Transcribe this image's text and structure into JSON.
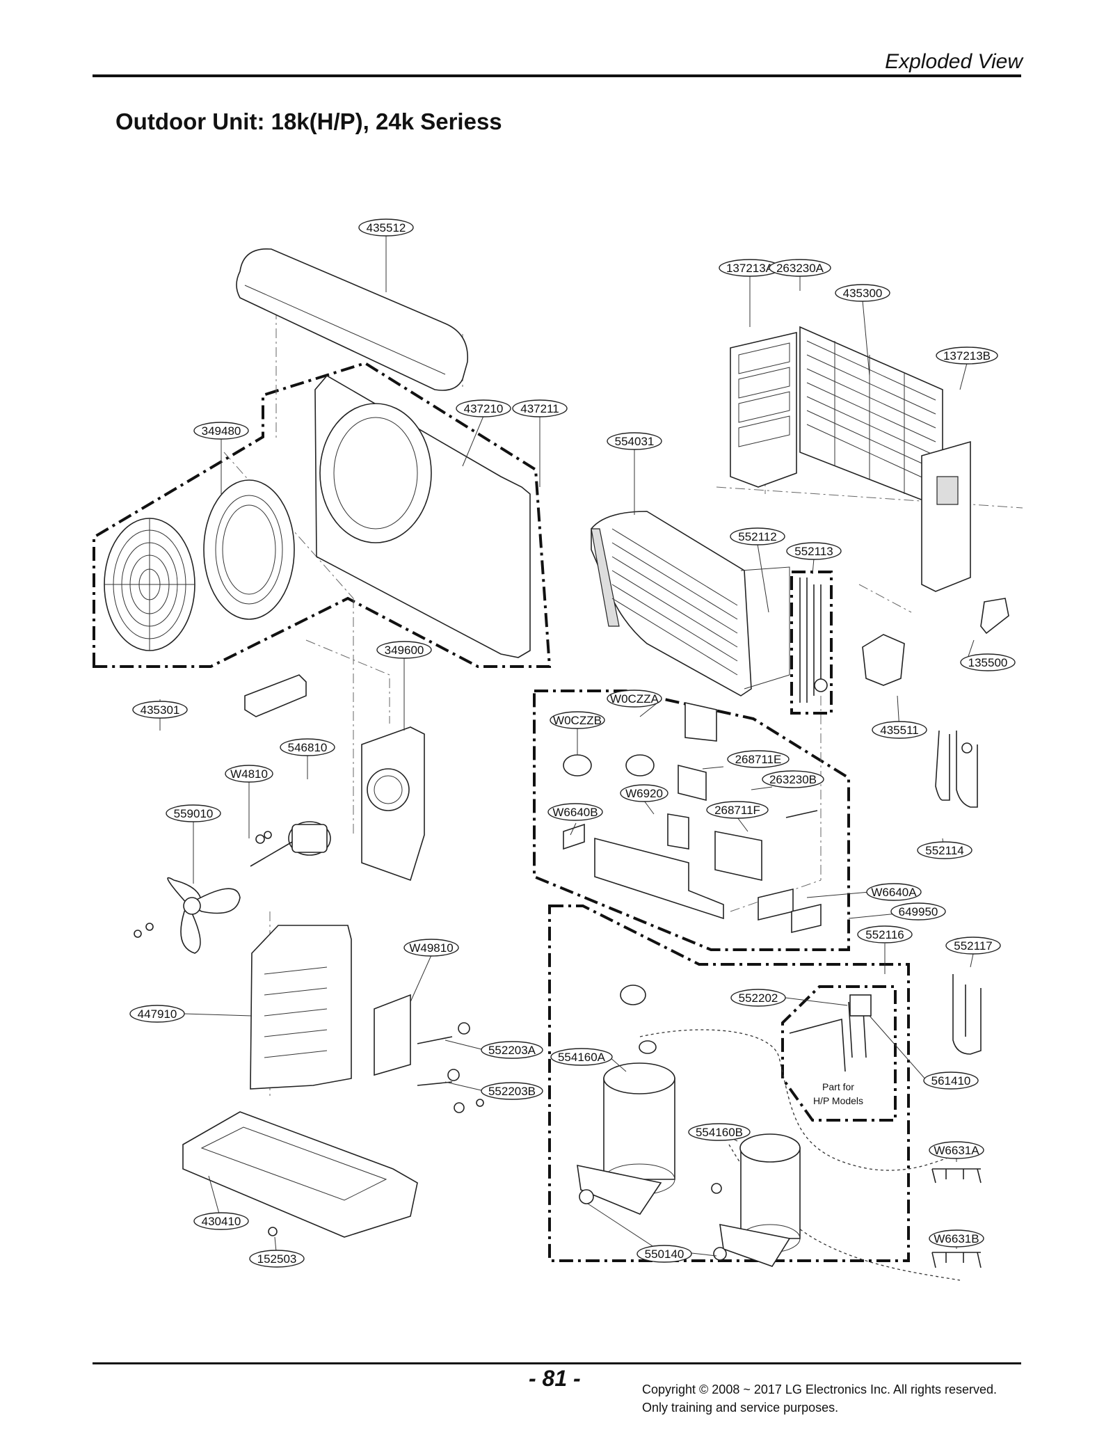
{
  "header": {
    "section": "Exploded View",
    "title": "Outdoor Unit: 18k(H/P), 24k Seriess"
  },
  "parts": [
    {
      "id": "435512"
    },
    {
      "id": "137213A"
    },
    {
      "id": "263230A"
    },
    {
      "id": "435300"
    },
    {
      "id": "137213B"
    },
    {
      "id": "437210"
    },
    {
      "id": "437211"
    },
    {
      "id": "349480"
    },
    {
      "id": "554031"
    },
    {
      "id": "552112"
    },
    {
      "id": "552113"
    },
    {
      "id": "135500"
    },
    {
      "id": "349600"
    },
    {
      "id": "435301"
    },
    {
      "id": "W0CZZA"
    },
    {
      "id": "W0CZZB"
    },
    {
      "id": "435511"
    },
    {
      "id": "546810"
    },
    {
      "id": "W4810"
    },
    {
      "id": "268711E"
    },
    {
      "id": "263230B"
    },
    {
      "id": "W6920"
    },
    {
      "id": "559010"
    },
    {
      "id": "W6640B"
    },
    {
      "id": "268711F"
    },
    {
      "id": "552114"
    },
    {
      "id": "W6640A"
    },
    {
      "id": "649950"
    },
    {
      "id": "552116"
    },
    {
      "id": "W49810"
    },
    {
      "id": "552117"
    },
    {
      "id": "552202"
    },
    {
      "id": "447910"
    },
    {
      "id": "552203A"
    },
    {
      "id": "554160A"
    },
    {
      "id": "561410"
    },
    {
      "id": "552203B"
    },
    {
      "id": "554160B"
    },
    {
      "id": "W6631A"
    },
    {
      "id": "430410"
    },
    {
      "id": "W6631B"
    },
    {
      "id": "152503"
    },
    {
      "id": "550140"
    }
  ],
  "note": {
    "line1": "Part for",
    "line2": "H/P Models"
  },
  "footer": {
    "page_number": "- 81 -",
    "copyright_line1": "Copyright © 2008 ~ 2017 LG Electronics Inc. All rights reserved.",
    "copyright_line2": "Only training and service purposes."
  }
}
